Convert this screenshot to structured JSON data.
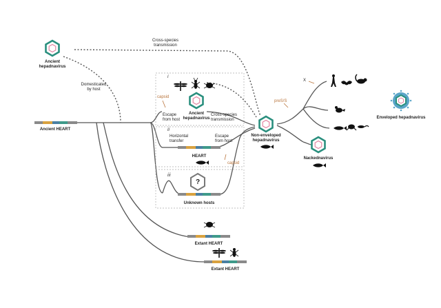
{
  "labels": {
    "ancient_hepadnavirus": [
      "Ancient",
      "hepadnavirus"
    ],
    "cross_species_top": [
      "Cross-species",
      "transmission"
    ],
    "domesticated": [
      "Domesticated",
      "by host"
    ],
    "ancient_heart": "Ancient HEART",
    "panel_i": "i",
    "panel_ii": "ii",
    "panel_iii": "iii",
    "capsid_i": "capsid",
    "escape_from_host_i": [
      "Escape",
      "from host"
    ],
    "ancient_hepadnavirus_i": [
      "Ancient",
      "hepadnavirus"
    ],
    "cross_species_i": [
      "Cross-species",
      "transmission"
    ],
    "horizontal_transfer": [
      "Horizontal",
      "transfer"
    ],
    "escape_from_host_ii": [
      "Escape",
      "from host"
    ],
    "heart": "HEART",
    "capsid_ii": "capsid",
    "unknown_symbol": "?",
    "unknown_hosts": "Unknown hosts",
    "non_enveloped": [
      "Non-enveloped",
      "hepadnavirus"
    ],
    "pres_s": "preS/S",
    "x_gene": "X",
    "nackednavirus": "Nackednavirus",
    "enveloped": "Enveloped hepadnavirus",
    "extant_heart_1": "Extant HEART",
    "extant_heart_2": "Extant HEART"
  },
  "colors": {
    "capsid_outer": "#2a8f7e",
    "capsid_inner": "#e07b9a",
    "heart_gray": "#8a8a8a",
    "heart_orange": "#d9a240",
    "heart_blue": "#4a7fa3",
    "heart_teal": "#3f9a8a",
    "envelope_blue": "#5aa5c8",
    "annotation": "#b8733a"
  },
  "icons": [
    "virus-capsid-icon",
    "dragonfly-icon",
    "insect-icon",
    "tick-icon",
    "fish-icon",
    "human-icon",
    "bat-icon",
    "rodent-icon",
    "bird-icon",
    "frog-icon",
    "lizard-icon",
    "question-hexagon-icon"
  ]
}
